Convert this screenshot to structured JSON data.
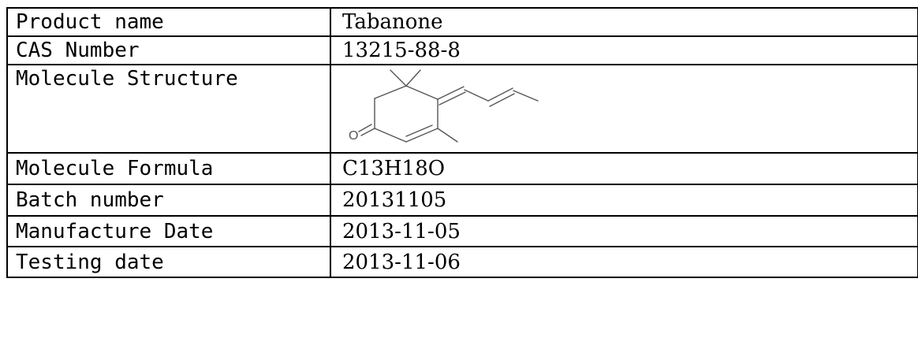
{
  "rows": [
    {
      "label": "Product name",
      "value": "Tabanone"
    },
    {
      "label": "CAS Number",
      "value": "13215-88-8"
    },
    {
      "label": "Molecule Structure",
      "value": "",
      "structure_atom_label": "O"
    },
    {
      "label": "Molecule Formula",
      "value": "C13H18O"
    },
    {
      "label": "Batch number",
      "value": "20131105"
    },
    {
      "label": "Manufacture Date",
      "value": "2013-11-05"
    },
    {
      "label": "Testing date",
      "value": "2013-11-06"
    }
  ]
}
